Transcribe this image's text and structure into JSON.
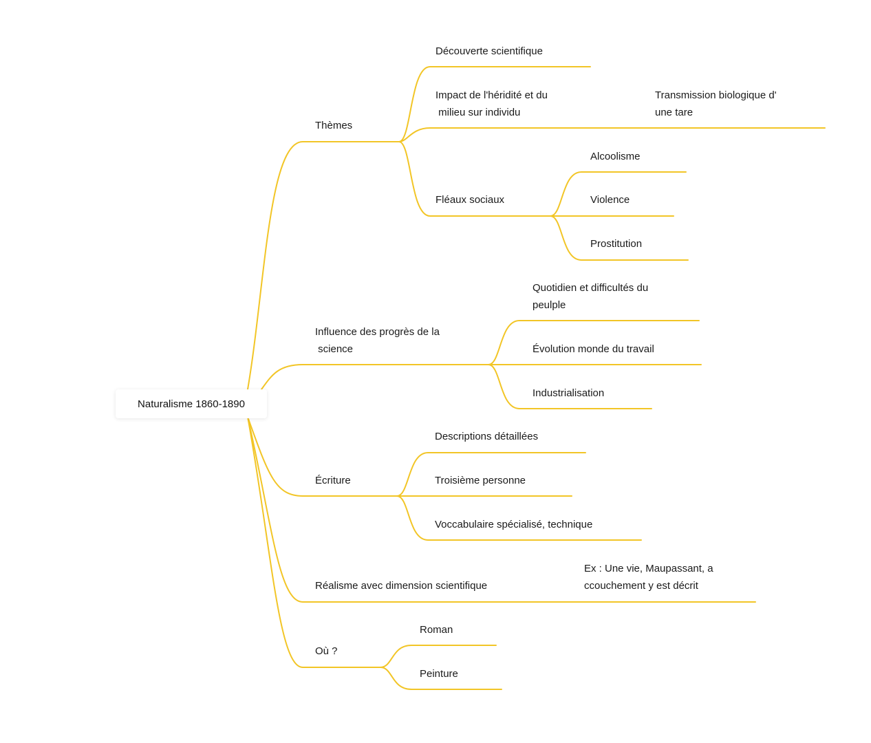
{
  "colors": {
    "branch": "#f2c526",
    "text": "#1a1a1a",
    "background": "#ffffff"
  },
  "root": {
    "label": "Naturalisme 1860-1890"
  },
  "branches": [
    {
      "label": "Thèmes",
      "children": [
        {
          "label": "Découverte scientifique"
        },
        {
          "label_lines": [
            "Impact de l'héridité et du",
            " milieu sur individu"
          ],
          "children": [
            {
              "label_lines": [
                "Transmission biologique d'",
                "une tare"
              ]
            }
          ]
        },
        {
          "label": "Fléaux sociaux",
          "children": [
            {
              "label": "Alcoolisme"
            },
            {
              "label": "Violence"
            },
            {
              "label": "Prostitution"
            }
          ]
        }
      ]
    },
    {
      "label_lines": [
        "Influence des progrès de la",
        " science"
      ],
      "children": [
        {
          "label_lines": [
            "Quotidien et difficultés du",
            "peulple"
          ]
        },
        {
          "label": "Évolution monde du travail"
        },
        {
          "label": "Industrialisation"
        }
      ]
    },
    {
      "label": "Écriture",
      "children": [
        {
          "label": "Descriptions détaillées"
        },
        {
          "label": "Troisième personne"
        },
        {
          "label": "Voccabulaire spécialisé, technique"
        }
      ]
    },
    {
      "label": "Réalisme avec dimension scientifique",
      "children": [
        {
          "label_lines": [
            "Ex : Une vie, Maupassant, a",
            "ccouchement y est décrit"
          ]
        }
      ]
    },
    {
      "label": "Où ?",
      "children": [
        {
          "label": "Roman"
        },
        {
          "label": "Peinture"
        }
      ]
    }
  ]
}
